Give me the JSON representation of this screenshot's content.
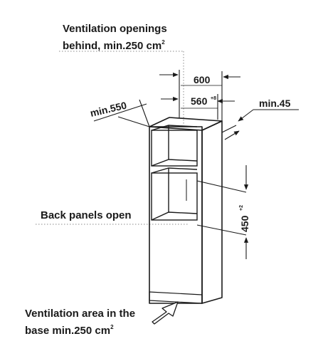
{
  "callouts": {
    "ventilation_behind": {
      "line1": "Ventilation openings",
      "line2": "behind, min.250 cm",
      "sup": "2"
    },
    "back_panels": "Back panels open",
    "ventilation_base": {
      "line1": "Ventilation area in the",
      "line2": "base min.250 cm",
      "sup": "2"
    }
  },
  "dimensions": {
    "min_width": "min.550",
    "depth": "600",
    "inner_depth": "560",
    "inner_depth_tolerance": "+8",
    "min_gap": "min.45",
    "height": "450",
    "height_tolerance": "+2"
  },
  "colors": {
    "line": "#1a1a1a",
    "dotted_guide": "#8a8a8a"
  }
}
